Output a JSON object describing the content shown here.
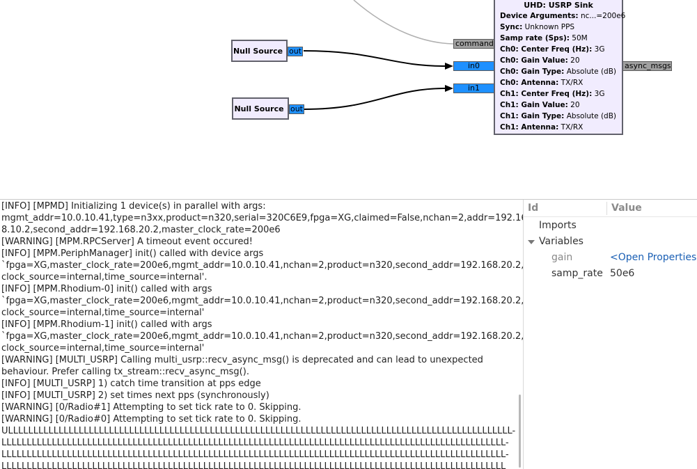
{
  "canvas": {
    "sink": {
      "title": "UHD: USRP Sink",
      "params": [
        {
          "label": "Device Arguments:",
          "value": "nc...=200e6"
        },
        {
          "label": "Sync:",
          "value": "Unknown PPS"
        },
        {
          "label": "Samp rate (Sps):",
          "value": "50M"
        },
        {
          "label": "Ch0: Center Freq (Hz):",
          "value": "3G"
        },
        {
          "label": "Ch0: Gain Value:",
          "value": "20"
        },
        {
          "label": "Ch0: Gain Type:",
          "value": "Absolute (dB)"
        },
        {
          "label": "Ch0: Antenna:",
          "value": "TX/RX"
        },
        {
          "label": "Ch1: Center Freq (Hz):",
          "value": "3G"
        },
        {
          "label": "Ch1: Gain Value:",
          "value": "20"
        },
        {
          "label": "Ch1: Gain Type:",
          "value": "Absolute (dB)"
        },
        {
          "label": "Ch1: Antenna:",
          "value": "TX/RX"
        }
      ],
      "ports": {
        "in0": "in0",
        "in1": "in1",
        "command": "command",
        "async": "async_msgs"
      }
    },
    "null_source_1": {
      "title": "Null Source",
      "port": "out"
    },
    "null_source_2": {
      "title": "Null Source",
      "port": "out"
    },
    "colors": {
      "block_fill": "#f1ecfe",
      "stream_port": "#1e90ff",
      "msg_port": "#a0a0a0"
    }
  },
  "console": {
    "lines": [
      "[INFO] [MPMD] Initializing 1 device(s) in parallel with args:",
      "mgmt_addr=10.0.10.41,type=n3xx,product=n320,serial=320C6E9,fpga=XG,claimed=False,nchan=2,addr=192.16-",
      "8.10.2,second_addr=192.168.20.2,master_clock_rate=200e6",
      "[WARNING] [MPM.RPCServer] A timeout event occured!",
      "[INFO] [MPM.PeriphManager] init() called with device args",
      "`fpga=XG,master_clock_rate=200e6,mgmt_addr=10.0.10.41,nchan=2,product=n320,second_addr=192.168.20.2,-",
      "clock_source=internal,time_source=internal'.",
      "[INFO] [MPM.Rhodium-0] init() called with args",
      "`fpga=XG,master_clock_rate=200e6,mgmt_addr=10.0.10.41,nchan=2,product=n320,second_addr=192.168.20.2,-",
      "clock_source=internal,time_source=internal'",
      "[INFO] [MPM.Rhodium-1] init() called with args",
      "`fpga=XG,master_clock_rate=200e6,mgmt_addr=10.0.10.41,nchan=2,product=n320,second_addr=192.168.20.2,-",
      "clock_source=internal,time_source=internal'",
      "[WARNING] [MULTI_USRP] Calling multi_usrp::recv_async_msg() is deprecated and can lead to unexpected",
      "behaviour. Prefer calling tx_stream::recv_async_msg().",
      "[INFO] [MULTI_USRP]     1) catch time transition at pps edge",
      "[INFO] [MULTI_USRP]     2) set times next pps (synchronously)",
      "[WARNING] [0/Radio#1] Attempting to set tick rate to 0. Skipping.",
      "[WARNING] [0/Radio#0] Attempting to set tick rate to 0. Skipping.",
      "ULLLLLLLLLLLLLLLLLLLLLLLLLLLLLLLLLLLLLLLLLLLLLLLLLLLLLLLLLLLLLLLLLLLLLLLLLLLLLLLLLLLLLLLLLLLLLLLLLLLL-",
      "LLLLLLLLLLLLLLLLLLLLLLLLLLLLLLLLLLLLLLLLLLLLLLLLLLLLLLLLLLLLLLLLLLLLLLLLLLLLLLLLLLLLLLLLLLLLLLLLLLLL-",
      "LLLLLLLLLLLLLLLLLLLLLLLLLLLLLLLLLLLLLLLLLLLLLLLLLLLLLLLLLLLLLLLLLLLLLLLLLLLLLLLLLLLLLLLLLLLLLLLLLLLL-",
      "LLLLLLLLLLLLLLLLLLLLLLLLLLLLLLLLLLLLLLLLLLLLLLLLLLLLLLLLLLLLLLLLLLLLLLLLLLLLLLLLLLLLLLLLLLLLLLLLLLLL"
    ]
  },
  "variables": {
    "header": {
      "id": "Id",
      "value": "Value"
    },
    "imports_label": "Imports",
    "variables_label": "Variables",
    "rows": [
      {
        "id": "gain",
        "value": "<Open Properties>"
      },
      {
        "id": "samp_rate",
        "value": "50e6"
      }
    ]
  }
}
